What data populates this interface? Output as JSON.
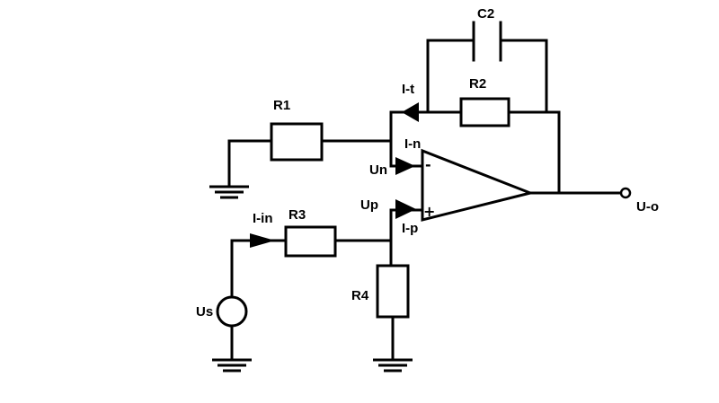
{
  "components": {
    "r1": "R1",
    "r2": "R2",
    "r3": "R3",
    "r4": "R4",
    "c2": "C2"
  },
  "currents": {
    "i_t": "I-t",
    "i_n": "I-n",
    "i_p": "I-p",
    "i_in": "I-in"
  },
  "voltages": {
    "un": "Un",
    "up": "Up",
    "us": "Us",
    "u_out": "U-o"
  },
  "opamp": {
    "minus": "-",
    "plus": "+"
  }
}
